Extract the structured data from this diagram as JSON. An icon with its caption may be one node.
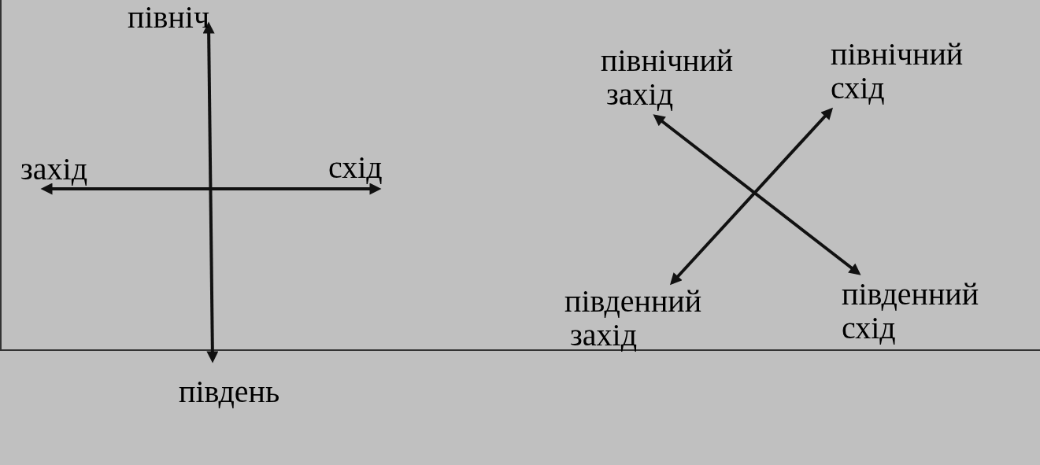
{
  "diagram": {
    "labels": [
      "північ",
      "захід",
      "схід",
      "південь",
      "північний захід",
      "північний схід",
      "південний захід",
      "південний схід"
    ]
  }
}
